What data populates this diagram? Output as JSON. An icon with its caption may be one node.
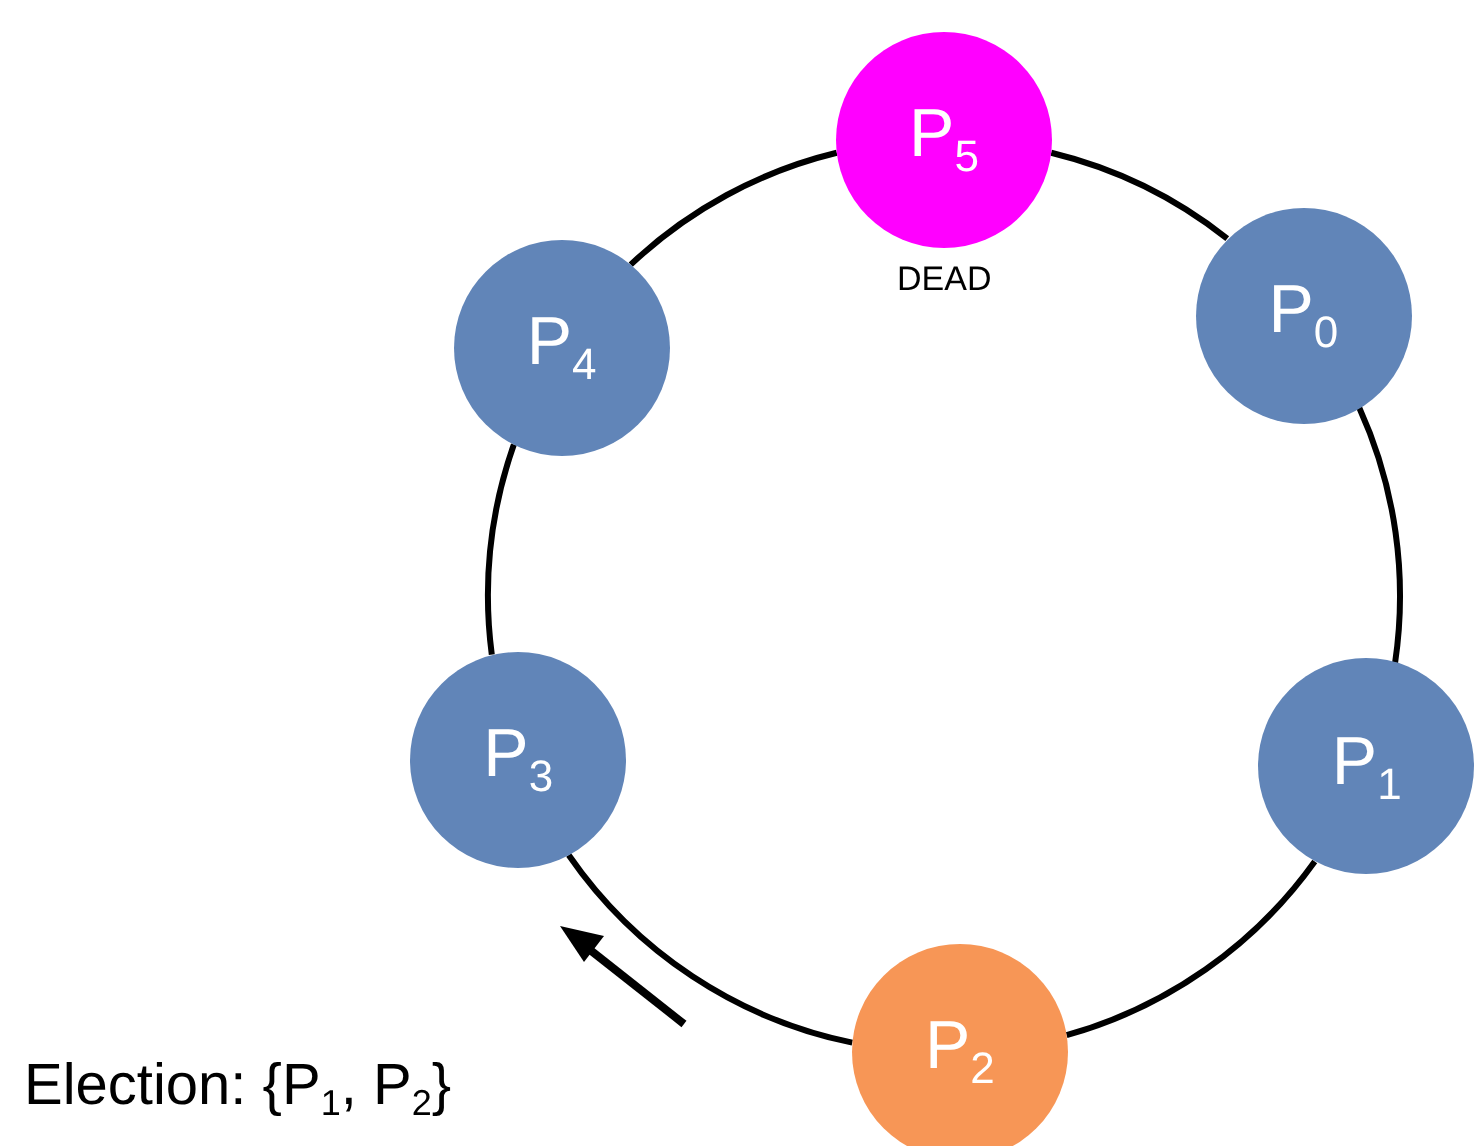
{
  "diagram": {
    "nodes": [
      {
        "text": [
          "P$_{5}$"
        ],
        "beside": [
          "DEAD"
        ]
      },
      {
        "text": [
          "P$_{4}$"
        ]
      },
      {
        "text": [
          "P$_{0}$"
        ]
      },
      {
        "text": [
          "P$_{3}$"
        ]
      },
      {
        "text": [
          "P$_{1}$"
        ]
      },
      {
        "text": [
          "P$_{2}$"
        ]
      }
    ],
    "edges": [
      {
        "from": 0,
        "to": 2,
        "arrow": "none"
      },
      {
        "from": 2,
        "to": 4,
        "arrow": "none"
      },
      {
        "from": 4,
        "to": 5,
        "arrow": "none"
      },
      {
        "from": 5,
        "to": 3,
        "arrow": "none"
      },
      {
        "from": 3,
        "to": 1,
        "arrow": "none"
      },
      {
        "from": 1,
        "to": 0,
        "arrow": "none"
      }
    ],
    "labels": [
      "Election: {P$_{1}$, P$_{2}$}"
    ]
  }
}
